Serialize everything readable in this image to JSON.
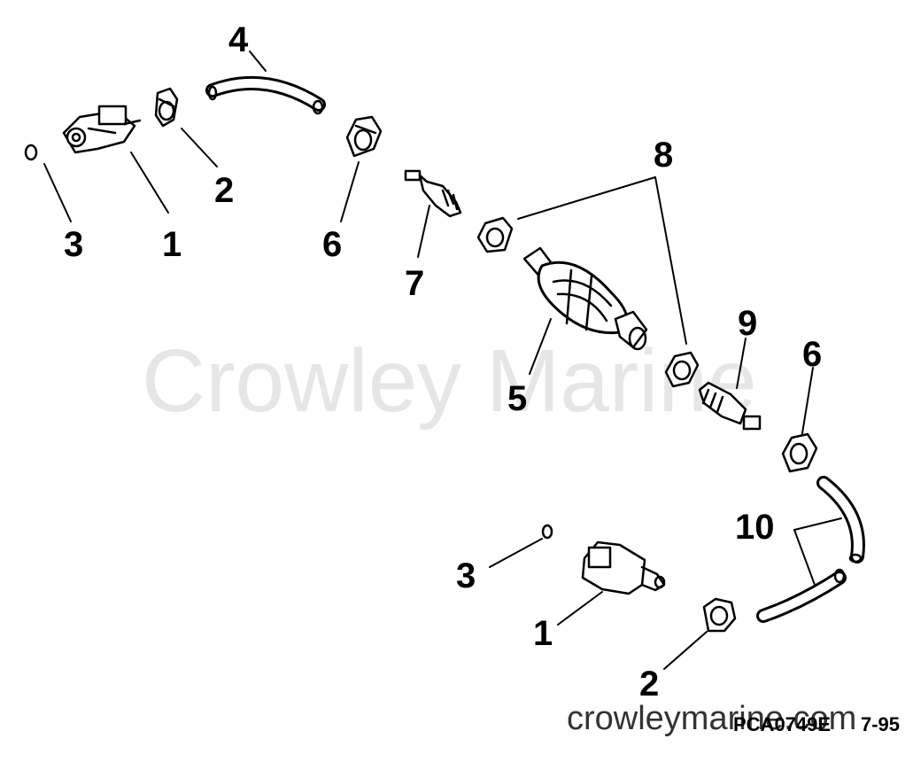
{
  "watermark": {
    "center": "Crowley Marine",
    "footer": "crowleymarine.com"
  },
  "figure_code": "PCA0749E",
  "page_number": "7-95",
  "callouts": [
    {
      "id": "left-fitting-1",
      "label": "1"
    },
    {
      "id": "left-clamp-2",
      "label": "2"
    },
    {
      "id": "left-oring-3",
      "label": "3"
    },
    {
      "id": "hose-4",
      "label": "4"
    },
    {
      "id": "primer-bulb-5",
      "label": "5"
    },
    {
      "id": "upper-clamp-6",
      "label": "6"
    },
    {
      "id": "check-valve-7",
      "label": "7"
    },
    {
      "id": "bulb-clamps-8",
      "label": "8"
    },
    {
      "id": "check-valve-9",
      "label": "9"
    },
    {
      "id": "right-clamp-6",
      "label": "6"
    },
    {
      "id": "hoses-10",
      "label": "10"
    },
    {
      "id": "right-oring-3",
      "label": "3"
    },
    {
      "id": "right-fitting-1",
      "label": "1"
    },
    {
      "id": "right-clamp-2",
      "label": "2"
    }
  ]
}
